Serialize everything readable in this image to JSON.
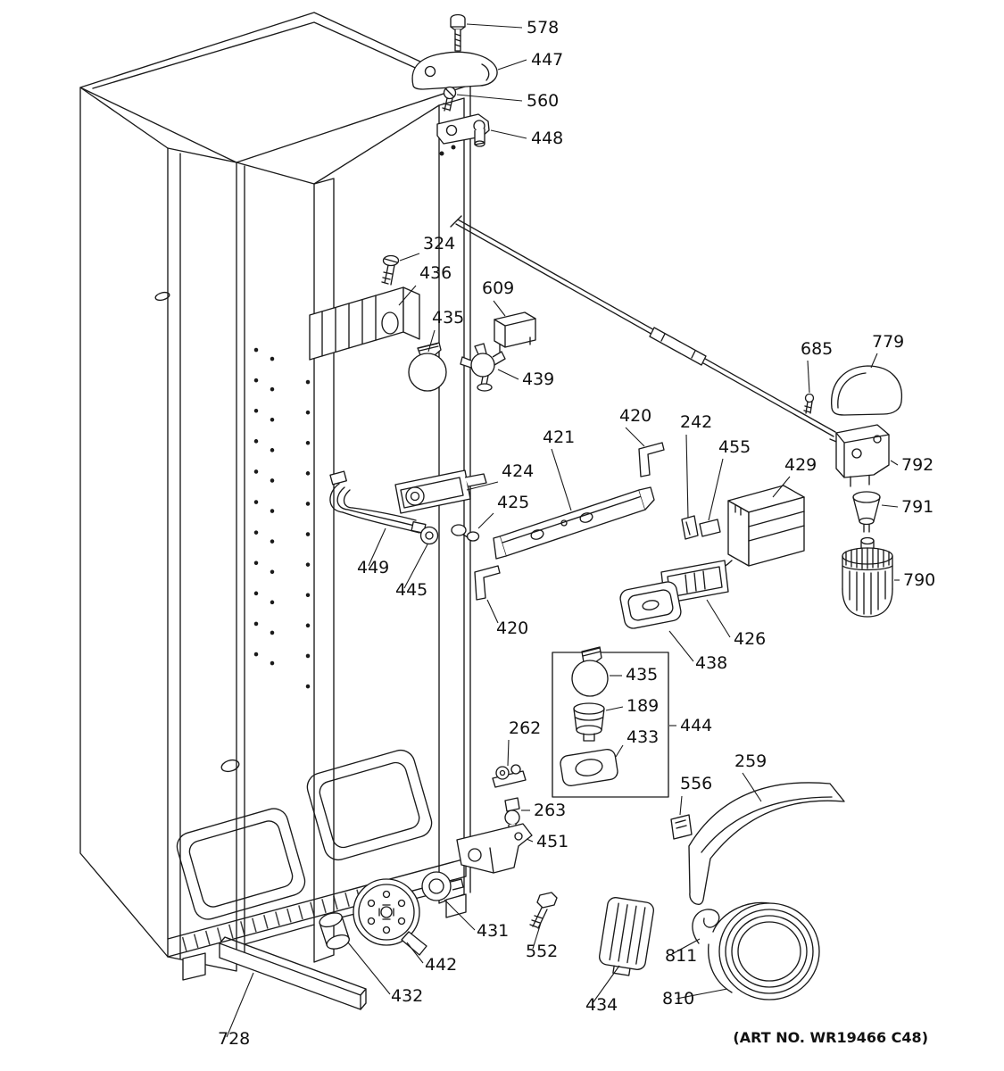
{
  "colors": {
    "background": "#ffffff",
    "line": "#1a1a1a",
    "text": "#111111"
  },
  "figure": {
    "art_no": "(ART NO. WR19466 C48)"
  },
  "callouts": [
    {
      "id": "578",
      "label": "578"
    },
    {
      "id": "447",
      "label": "447"
    },
    {
      "id": "560",
      "label": "560"
    },
    {
      "id": "448",
      "label": "448"
    },
    {
      "id": "324",
      "label": "324"
    },
    {
      "id": "436",
      "label": "436"
    },
    {
      "id": "609",
      "label": "609"
    },
    {
      "id": "435",
      "label": "435"
    },
    {
      "id": "439",
      "label": "439"
    },
    {
      "id": "685",
      "label": "685"
    },
    {
      "id": "779",
      "label": "779"
    },
    {
      "id": "420",
      "label": "420"
    },
    {
      "id": "242",
      "label": "242"
    },
    {
      "id": "455",
      "label": "455"
    },
    {
      "id": "421",
      "label": "421"
    },
    {
      "id": "429",
      "label": "429"
    },
    {
      "id": "792",
      "label": "792"
    },
    {
      "id": "791",
      "label": "791"
    },
    {
      "id": "790",
      "label": "790"
    },
    {
      "id": "424",
      "label": "424"
    },
    {
      "id": "425",
      "label": "425"
    },
    {
      "id": "449",
      "label": "449"
    },
    {
      "id": "445",
      "label": "445"
    },
    {
      "id": "420b",
      "label": "420"
    },
    {
      "id": "426",
      "label": "426"
    },
    {
      "id": "438",
      "label": "438"
    },
    {
      "id": "435b",
      "label": "435"
    },
    {
      "id": "189",
      "label": "189"
    },
    {
      "id": "444",
      "label": "444"
    },
    {
      "id": "433",
      "label": "433"
    },
    {
      "id": "262",
      "label": "262"
    },
    {
      "id": "259",
      "label": "259"
    },
    {
      "id": "556",
      "label": "556"
    },
    {
      "id": "263",
      "label": "263"
    },
    {
      "id": "451",
      "label": "451"
    },
    {
      "id": "431",
      "label": "431"
    },
    {
      "id": "552",
      "label": "552"
    },
    {
      "id": "442",
      "label": "442"
    },
    {
      "id": "811",
      "label": "811"
    },
    {
      "id": "432",
      "label": "432"
    },
    {
      "id": "434",
      "label": "434"
    },
    {
      "id": "810",
      "label": "810"
    },
    {
      "id": "728",
      "label": "728"
    }
  ]
}
